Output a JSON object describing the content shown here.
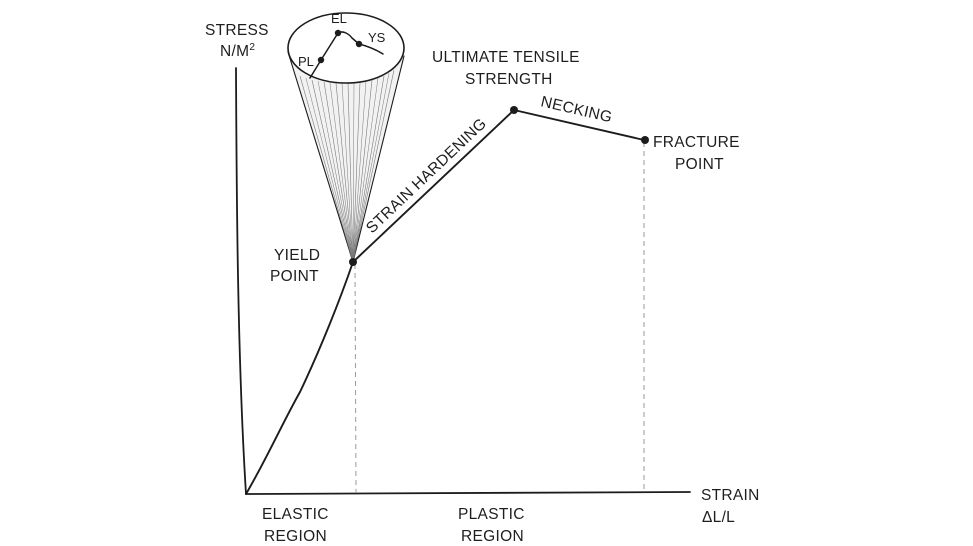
{
  "axes": {
    "y_label_line1": "STRESS",
    "y_label_line2_base": "N/M",
    "y_label_line2_sup": "2",
    "x_label_line1": "STRAIN",
    "x_label_line2": "ΔL/L"
  },
  "points": {
    "yield": {
      "line1": "YIELD",
      "line2": "POINT"
    },
    "ultimate": {
      "line1": "ULTIMATE TENSILE",
      "line2": "STRENGTH"
    },
    "fracture": {
      "line1": "FRACTURE",
      "line2": "POINT"
    }
  },
  "segments": {
    "strain_hardening": "STRAIN HARDENING",
    "necking": "NECKING"
  },
  "regions": {
    "elastic": {
      "line1": "ELASTIC",
      "line2": "REGION"
    },
    "plastic": {
      "line1": "PLASTIC",
      "line2": "REGION"
    }
  },
  "inset": {
    "pl": "PL",
    "el": "EL",
    "ys": "YS"
  },
  "colors": {
    "ink": "#1c1c1c",
    "guide": "#9a9a9a",
    "cone_shade": "#7a7a7a"
  }
}
